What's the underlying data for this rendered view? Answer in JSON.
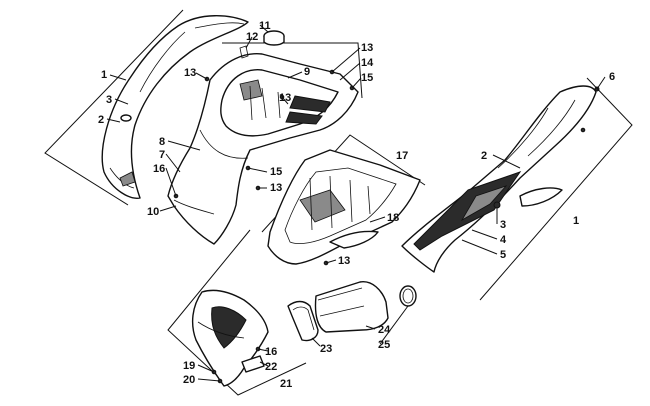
{
  "diagram": {
    "callouts": [
      {
        "id": "c1a",
        "label": "1"
      },
      {
        "id": "c3a",
        "label": "3"
      },
      {
        "id": "c2a",
        "label": "2"
      },
      {
        "id": "c12",
        "label": "12"
      },
      {
        "id": "c11",
        "label": "11"
      },
      {
        "id": "c13a",
        "label": "13"
      },
      {
        "id": "c9",
        "label": "9"
      },
      {
        "id": "c13b",
        "label": "13"
      },
      {
        "id": "c13c",
        "label": "13"
      },
      {
        "id": "c14",
        "label": "14"
      },
      {
        "id": "c15a",
        "label": "15"
      },
      {
        "id": "c6",
        "label": "6"
      },
      {
        "id": "c8",
        "label": "8"
      },
      {
        "id": "c7",
        "label": "7"
      },
      {
        "id": "c16a",
        "label": "16"
      },
      {
        "id": "c15b",
        "label": "15"
      },
      {
        "id": "c13d",
        "label": "13"
      },
      {
        "id": "c10",
        "label": "10"
      },
      {
        "id": "c17",
        "label": "17"
      },
      {
        "id": "c2b",
        "label": "2"
      },
      {
        "id": "c18",
        "label": "18"
      },
      {
        "id": "c3b",
        "label": "3"
      },
      {
        "id": "c4",
        "label": "4"
      },
      {
        "id": "c5",
        "label": "5"
      },
      {
        "id": "c1b",
        "label": "1"
      },
      {
        "id": "c13e",
        "label": "13"
      },
      {
        "id": "c23",
        "label": "23"
      },
      {
        "id": "c24",
        "label": "24"
      },
      {
        "id": "c25",
        "label": "25"
      },
      {
        "id": "c16b",
        "label": "16"
      },
      {
        "id": "c22",
        "label": "22"
      },
      {
        "id": "c19",
        "label": "19"
      },
      {
        "id": "c20",
        "label": "20"
      },
      {
        "id": "c21",
        "label": "21"
      }
    ]
  }
}
